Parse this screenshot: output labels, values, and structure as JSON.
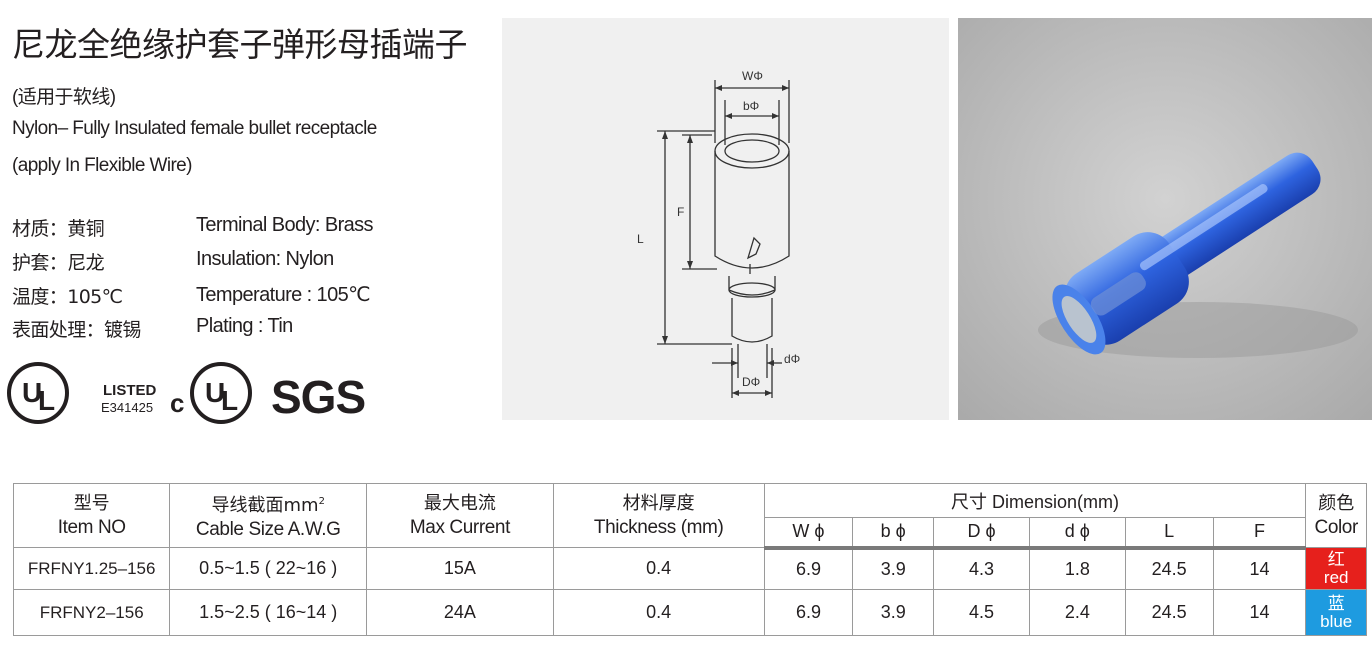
{
  "title": "尼龙全绝缘护套子弹形母插端子",
  "subtitle_cn": "(适用于软线)",
  "subtitle_en1": "Nylon– Fully Insulated female bullet receptacle",
  "subtitle_en2": "(apply In Flexible Wire)",
  "specs": [
    {
      "cn": "材质：黄铜",
      "en": "Terminal Body: Brass"
    },
    {
      "cn": "护套：尼龙",
      "en": "Insulation: Nylon"
    },
    {
      "cn": "温度：105℃",
      "en": "Temperature : 105℃"
    },
    {
      "cn": "表面处理：镀锡",
      "en": "Plating : Tin"
    }
  ],
  "certs": {
    "listed": "LISTED",
    "file_no": "E341425",
    "c_prefix": "c",
    "sgs": "SGS"
  },
  "drawing_labels": {
    "w": "WΦ",
    "b": "bΦ",
    "f": "F",
    "l": "L",
    "d_small": "dΦ",
    "d_big": "DΦ"
  },
  "table": {
    "headers": {
      "item_cn": "型号",
      "item_en": "Item NO",
      "cable_cn": "导线截面mm",
      "cable_sup": "2",
      "cable_en": "Cable Size  A.W.G",
      "current_cn": "最大电流",
      "current_en": "Max Current",
      "thick_cn": "材料厚度",
      "thick_en": "Thickness (mm)",
      "dim": "尺寸 Dimension(mm)",
      "w": "W ϕ",
      "b": "b ϕ",
      "D": "D ϕ",
      "d": "d ϕ",
      "L": "L",
      "F": "F",
      "color_cn": "颜色",
      "color_en": "Color"
    },
    "rows": [
      {
        "item": "FRFNY1.25–156",
        "cable": "0.5~1.5 ( 22~16 )",
        "current": "15A",
        "thick": "0.4",
        "w": "6.9",
        "b": "3.9",
        "D": "4.3",
        "d": "1.8",
        "L": "24.5",
        "F": "14",
        "color_cn": "红",
        "color_en": "red",
        "color_hex": "#e6201c"
      },
      {
        "item": "FRFNY2–156",
        "cable": "1.5~2.5 ( 16~14 )",
        "current": "24A",
        "thick": "0.4",
        "w": "6.9",
        "b": "3.9",
        "D": "4.5",
        "d": "2.4",
        "L": "24.5",
        "F": "14",
        "color_cn": "蓝",
        "color_en": "blue",
        "color_hex": "#1e9be0"
      }
    ]
  }
}
